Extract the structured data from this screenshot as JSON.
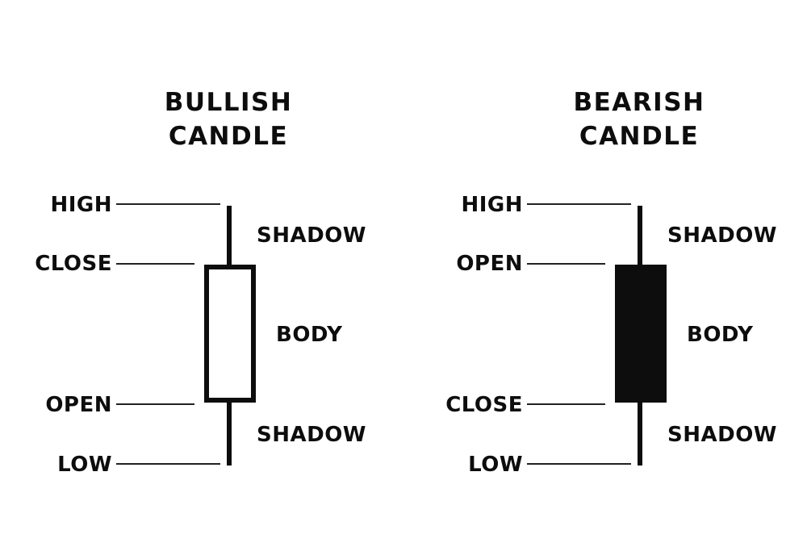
{
  "page": {
    "background": "#ffffff",
    "ink": "#0d0d0d",
    "leader_line_color": "#222222"
  },
  "panels": [
    {
      "name": "bullish",
      "title_line1": "BULLISH",
      "title_line2": "CANDLE",
      "candle_style": "hollow",
      "body_fill": "#ffffff",
      "price_labels": {
        "top": "HIGH",
        "upper_body": "CLOSE",
        "lower_body": "OPEN",
        "bottom": "LOW"
      },
      "part_labels": {
        "upper_shadow": "SHADOW",
        "body": "BODY",
        "lower_shadow": "SHADOW"
      }
    },
    {
      "name": "bearish",
      "title_line1": "BEARISH",
      "title_line2": "CANDLE",
      "candle_style": "filled",
      "body_fill": "#0d0d0d",
      "price_labels": {
        "top": "HIGH",
        "upper_body": "OPEN",
        "lower_body": "CLOSE",
        "bottom": "LOW"
      },
      "part_labels": {
        "upper_shadow": "SHADOW",
        "body": "BODY",
        "lower_shadow": "SHADOW"
      }
    }
  ]
}
